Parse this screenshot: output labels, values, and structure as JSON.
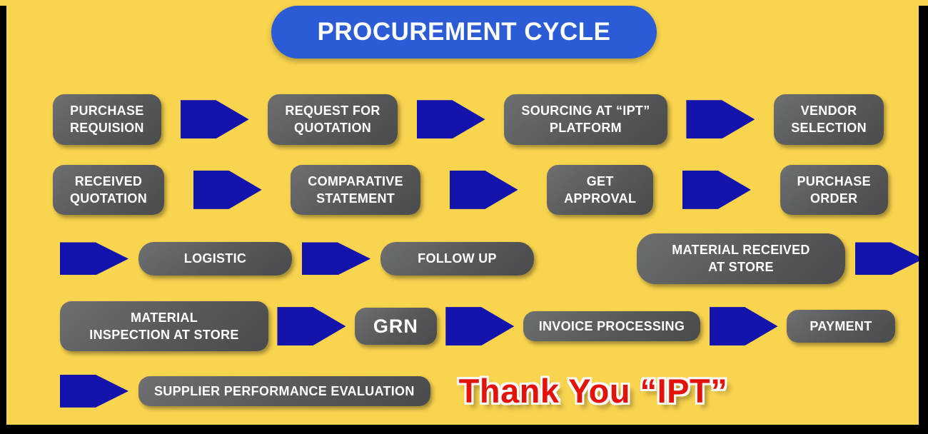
{
  "page": {
    "title": "PROCUREMENT CYCLE",
    "thank_you": "Thank You “IPT”"
  },
  "colors": {
    "background": "#F9D44F",
    "title_blue": "#2B5CD6",
    "arrow_blue": "#1414AD",
    "box_gray": "#58595B",
    "box_text": "#FFFFFF",
    "thank_you_red": "#E3120B",
    "frame_black": "#000000"
  },
  "icons": {
    "arrow": "right-block-arrow-icon"
  },
  "rows": [
    {
      "layout": "r1 row-sb",
      "items": [
        {
          "type": "box",
          "label": "PURCHASE\nREQUISION"
        },
        {
          "type": "arrow"
        },
        {
          "type": "box",
          "label": "REQUEST FOR\nQUOTATION"
        },
        {
          "type": "arrow"
        },
        {
          "type": "box",
          "label": "SOURCING AT “IPT”\nPLATFORM"
        },
        {
          "type": "arrow"
        },
        {
          "type": "box",
          "label": "VENDOR\nSELECTION"
        }
      ]
    },
    {
      "layout": "r2 row-sb",
      "items": [
        {
          "type": "box",
          "label": "RECEIVED\nQUOTATION"
        },
        {
          "type": "arrow"
        },
        {
          "type": "box",
          "label": "COMPARATIVE\nSTATEMENT"
        },
        {
          "type": "arrow"
        },
        {
          "type": "box",
          "label": "GET\nAPPROVAL"
        },
        {
          "type": "arrow"
        },
        {
          "type": "box",
          "label": "PURCHASE\nORDER"
        }
      ]
    },
    {
      "layout": "r3",
      "items": [
        {
          "type": "arrow"
        },
        {
          "type": "box",
          "label": "LOGISTIC",
          "variant": "v-wide"
        },
        {
          "type": "arrow"
        },
        {
          "type": "box",
          "label": "FOLLOW UP",
          "variant": "v-wide"
        },
        {
          "type": "spacer"
        },
        {
          "type": "box",
          "label": "MATERIAL RECEIVED\nAT STORE",
          "variant": "v-wide2"
        },
        {
          "type": "arrow"
        }
      ]
    },
    {
      "layout": "r4 row-sb",
      "items": [
        {
          "type": "box",
          "label": "MATERIAL\nINSPECTION AT STORE",
          "variant": "v-big"
        },
        {
          "type": "arrow"
        },
        {
          "type": "box",
          "label": "GRN",
          "variant": "v-grn"
        },
        {
          "type": "arrow"
        },
        {
          "type": "box",
          "label": "INVOICE PROCESSING",
          "variant": "v-slim"
        },
        {
          "type": "arrow"
        },
        {
          "type": "box",
          "label": "PAYMENT",
          "variant": "v-pay"
        }
      ]
    },
    {
      "layout": "r5",
      "items": [
        {
          "type": "arrow"
        },
        {
          "type": "box",
          "label": "SUPPLIER PERFORMANCE EVALUATION",
          "variant": "v-slim"
        },
        {
          "type": "thankyou"
        }
      ]
    }
  ]
}
